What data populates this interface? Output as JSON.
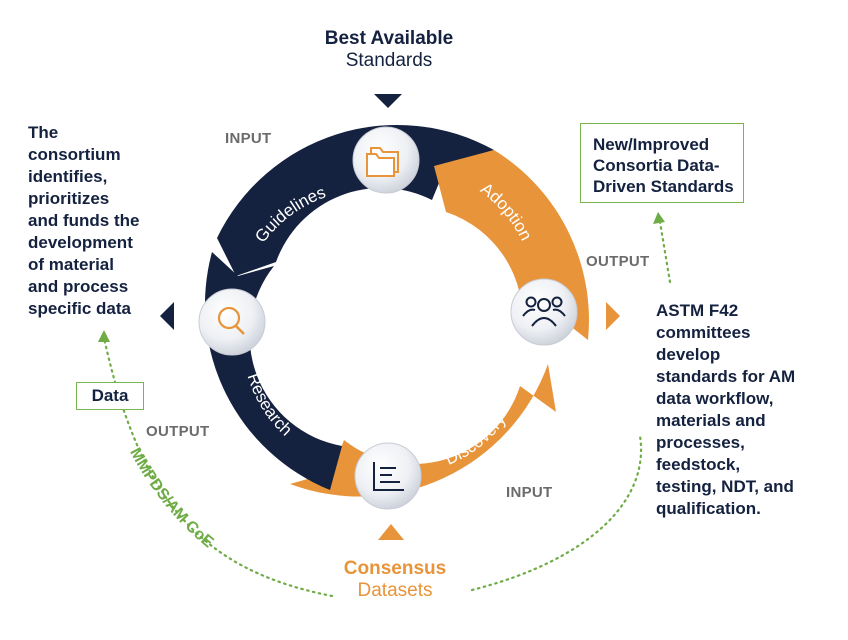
{
  "top": {
    "title": "Best Available",
    "subtitle": "Standards"
  },
  "bottom": {
    "title": "Consensus",
    "subtitle": "Datasets"
  },
  "left_text": [
    "The",
    "consortium",
    "identifies,",
    "prioritizes",
    "and funds the",
    "development",
    "of material",
    "and process",
    "specific data"
  ],
  "right_text": [
    "ASTM F42",
    "committees",
    "develop",
    "standards for AM",
    "data workflow,",
    "materials and",
    "processes,",
    "feedstock,",
    "testing, NDT, and",
    "qualification."
  ],
  "output_box": [
    "New/Improved",
    "Consortia Data-",
    "Driven Standards"
  ],
  "data_box": "Data",
  "curve_label": "MMPDS/AM CoE",
  "labels": {
    "input_top": "INPUT",
    "output_right": "OUTPUT",
    "output_left": "OUTPUT",
    "input_bottom": "INPUT"
  },
  "segments": {
    "guidelines": "Guidelines",
    "adoption": "Adoption",
    "discovery": "Discovery",
    "research": "Research"
  },
  "icons": {
    "guidelines": "folder-icon",
    "adoption": "people-group-icon",
    "discovery": "bar-chart-icon",
    "research": "magnifier-icon"
  },
  "colors": {
    "navy": "#14213f",
    "orange": "#e8943a",
    "green": "#6fac46",
    "gray": "#6b6b6b"
  }
}
